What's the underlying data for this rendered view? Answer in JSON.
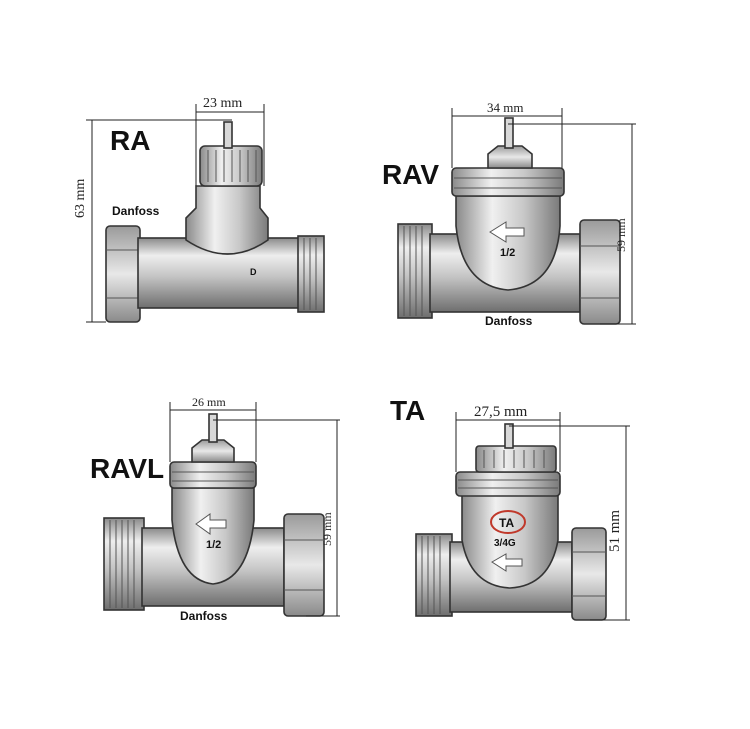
{
  "valves": [
    {
      "label": "RA",
      "width_dim": "23 mm",
      "height_dim": "63 mm",
      "brand": "Danfoss"
    },
    {
      "label": "RAV",
      "width_dim": "34 mm",
      "height_dim": "59 mm",
      "brand": "Danfoss",
      "mark": "1/2"
    },
    {
      "label": "RAVL",
      "width_dim": "26 mm",
      "height_dim": "59 mm",
      "brand": "Danfoss",
      "mark": "1/2"
    },
    {
      "label": "TA",
      "width_dim": "27,5  mm",
      "height_dim": "51 mm",
      "logo": "TA",
      "mark": "3/4G"
    }
  ],
  "colors": {
    "metal_light": "#e4e4e4",
    "metal_mid": "#b8b8b8",
    "metal_dark": "#7a7a7a",
    "logo_ring": "#c0392b"
  }
}
